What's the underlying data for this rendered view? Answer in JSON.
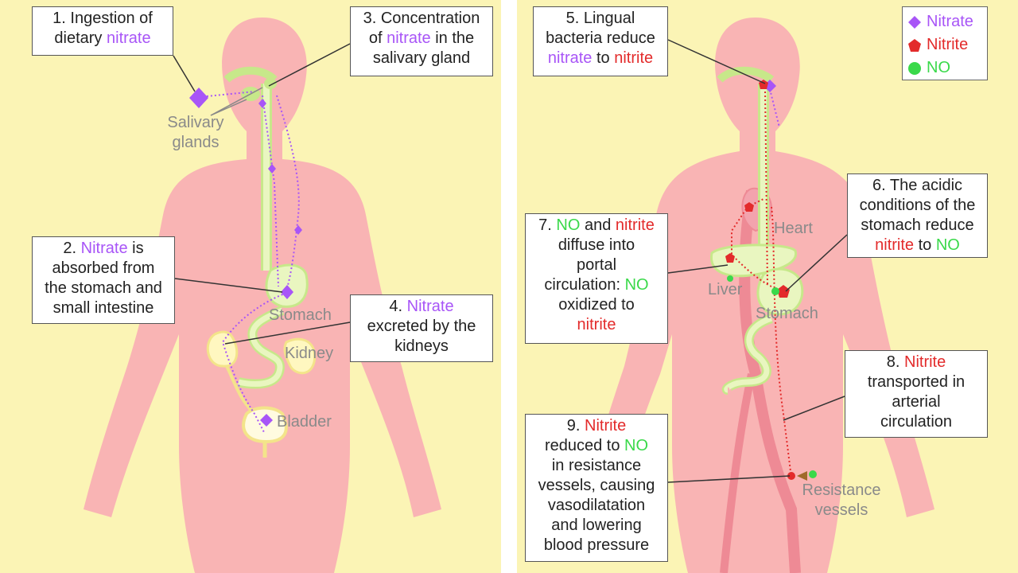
{
  "colors": {
    "background": "#fbf4b5",
    "body": "#f9b4b4",
    "organ": "#e9f6c0",
    "organ_edge": "#c7e88a",
    "nitrate": "#a855f7",
    "nitrite": "#e32b2b",
    "no": "#3ad94a",
    "vessel": "#ee8a95"
  },
  "left": {
    "box1": {
      "num": "1.",
      "l1": "Ingestion of",
      "l2a": "dietary ",
      "l2b": "nitrate"
    },
    "box2": {
      "num": "2.",
      "w1": "Nitrate",
      "w1b": " is",
      "l2": "absorbed from",
      "l3": "the stomach and",
      "l4": "small intestine"
    },
    "box3": {
      "l1": "3. Concentration",
      "l2a": "of ",
      "l2b": "nitrate",
      "l2c": " in the",
      "l3": "salivary gland"
    },
    "box4": {
      "num": "4.",
      "w1": "Nitrate",
      "l2": "excreted by the",
      "l3": "kidneys"
    },
    "labels": {
      "salivary_1": "Salivary",
      "salivary_2": "glands",
      "stomach": "Stomach",
      "kidney": "Kidney",
      "bladder": "Bladder"
    }
  },
  "right": {
    "box5": {
      "l1": "5. Lingual",
      "l2": "bacteria reduce",
      "l3a": "nitrate",
      "l3b": " to ",
      "l3c": "nitrite"
    },
    "box6": {
      "l1": "6. The acidic",
      "l2": "conditions of the",
      "l3": "stomach reduce",
      "l4a": "nitrite",
      "l4b": " to ",
      "l4c": "NO"
    },
    "box7": {
      "l1a": "7. ",
      "l1b": "NO",
      "l1c": " and ",
      "l1d": "nitrite",
      "l2": "diffuse into",
      "l3": "portal",
      "l4a": "circulation: ",
      "l4b": "NO",
      "l5": "oxidized to",
      "l6": "nitrite"
    },
    "box8": {
      "l1a": "8. ",
      "l1b": "Nitrite",
      "l2": "transported in",
      "l3": "arterial",
      "l4": "circulation"
    },
    "box9": {
      "l1a": "9. ",
      "l1b": "Nitrite",
      "l2a": "reduced to ",
      "l2b": "NO",
      "l3": "in resistance",
      "l4": "vessels, causing",
      "l5": "vasodilatation",
      "l6": "and lowering",
      "l7": "blood pressure"
    },
    "labels": {
      "heart": "Heart",
      "liver": "Liver",
      "stomach": "Stomach",
      "resistance_1": "Resistance",
      "resistance_2": "vessels"
    },
    "legend": [
      {
        "name": "Nitrate",
        "icon": "diamond-icon"
      },
      {
        "name": "Nitrite",
        "icon": "pentagon-icon"
      },
      {
        "name": "NO",
        "icon": "circle-icon"
      }
    ]
  }
}
